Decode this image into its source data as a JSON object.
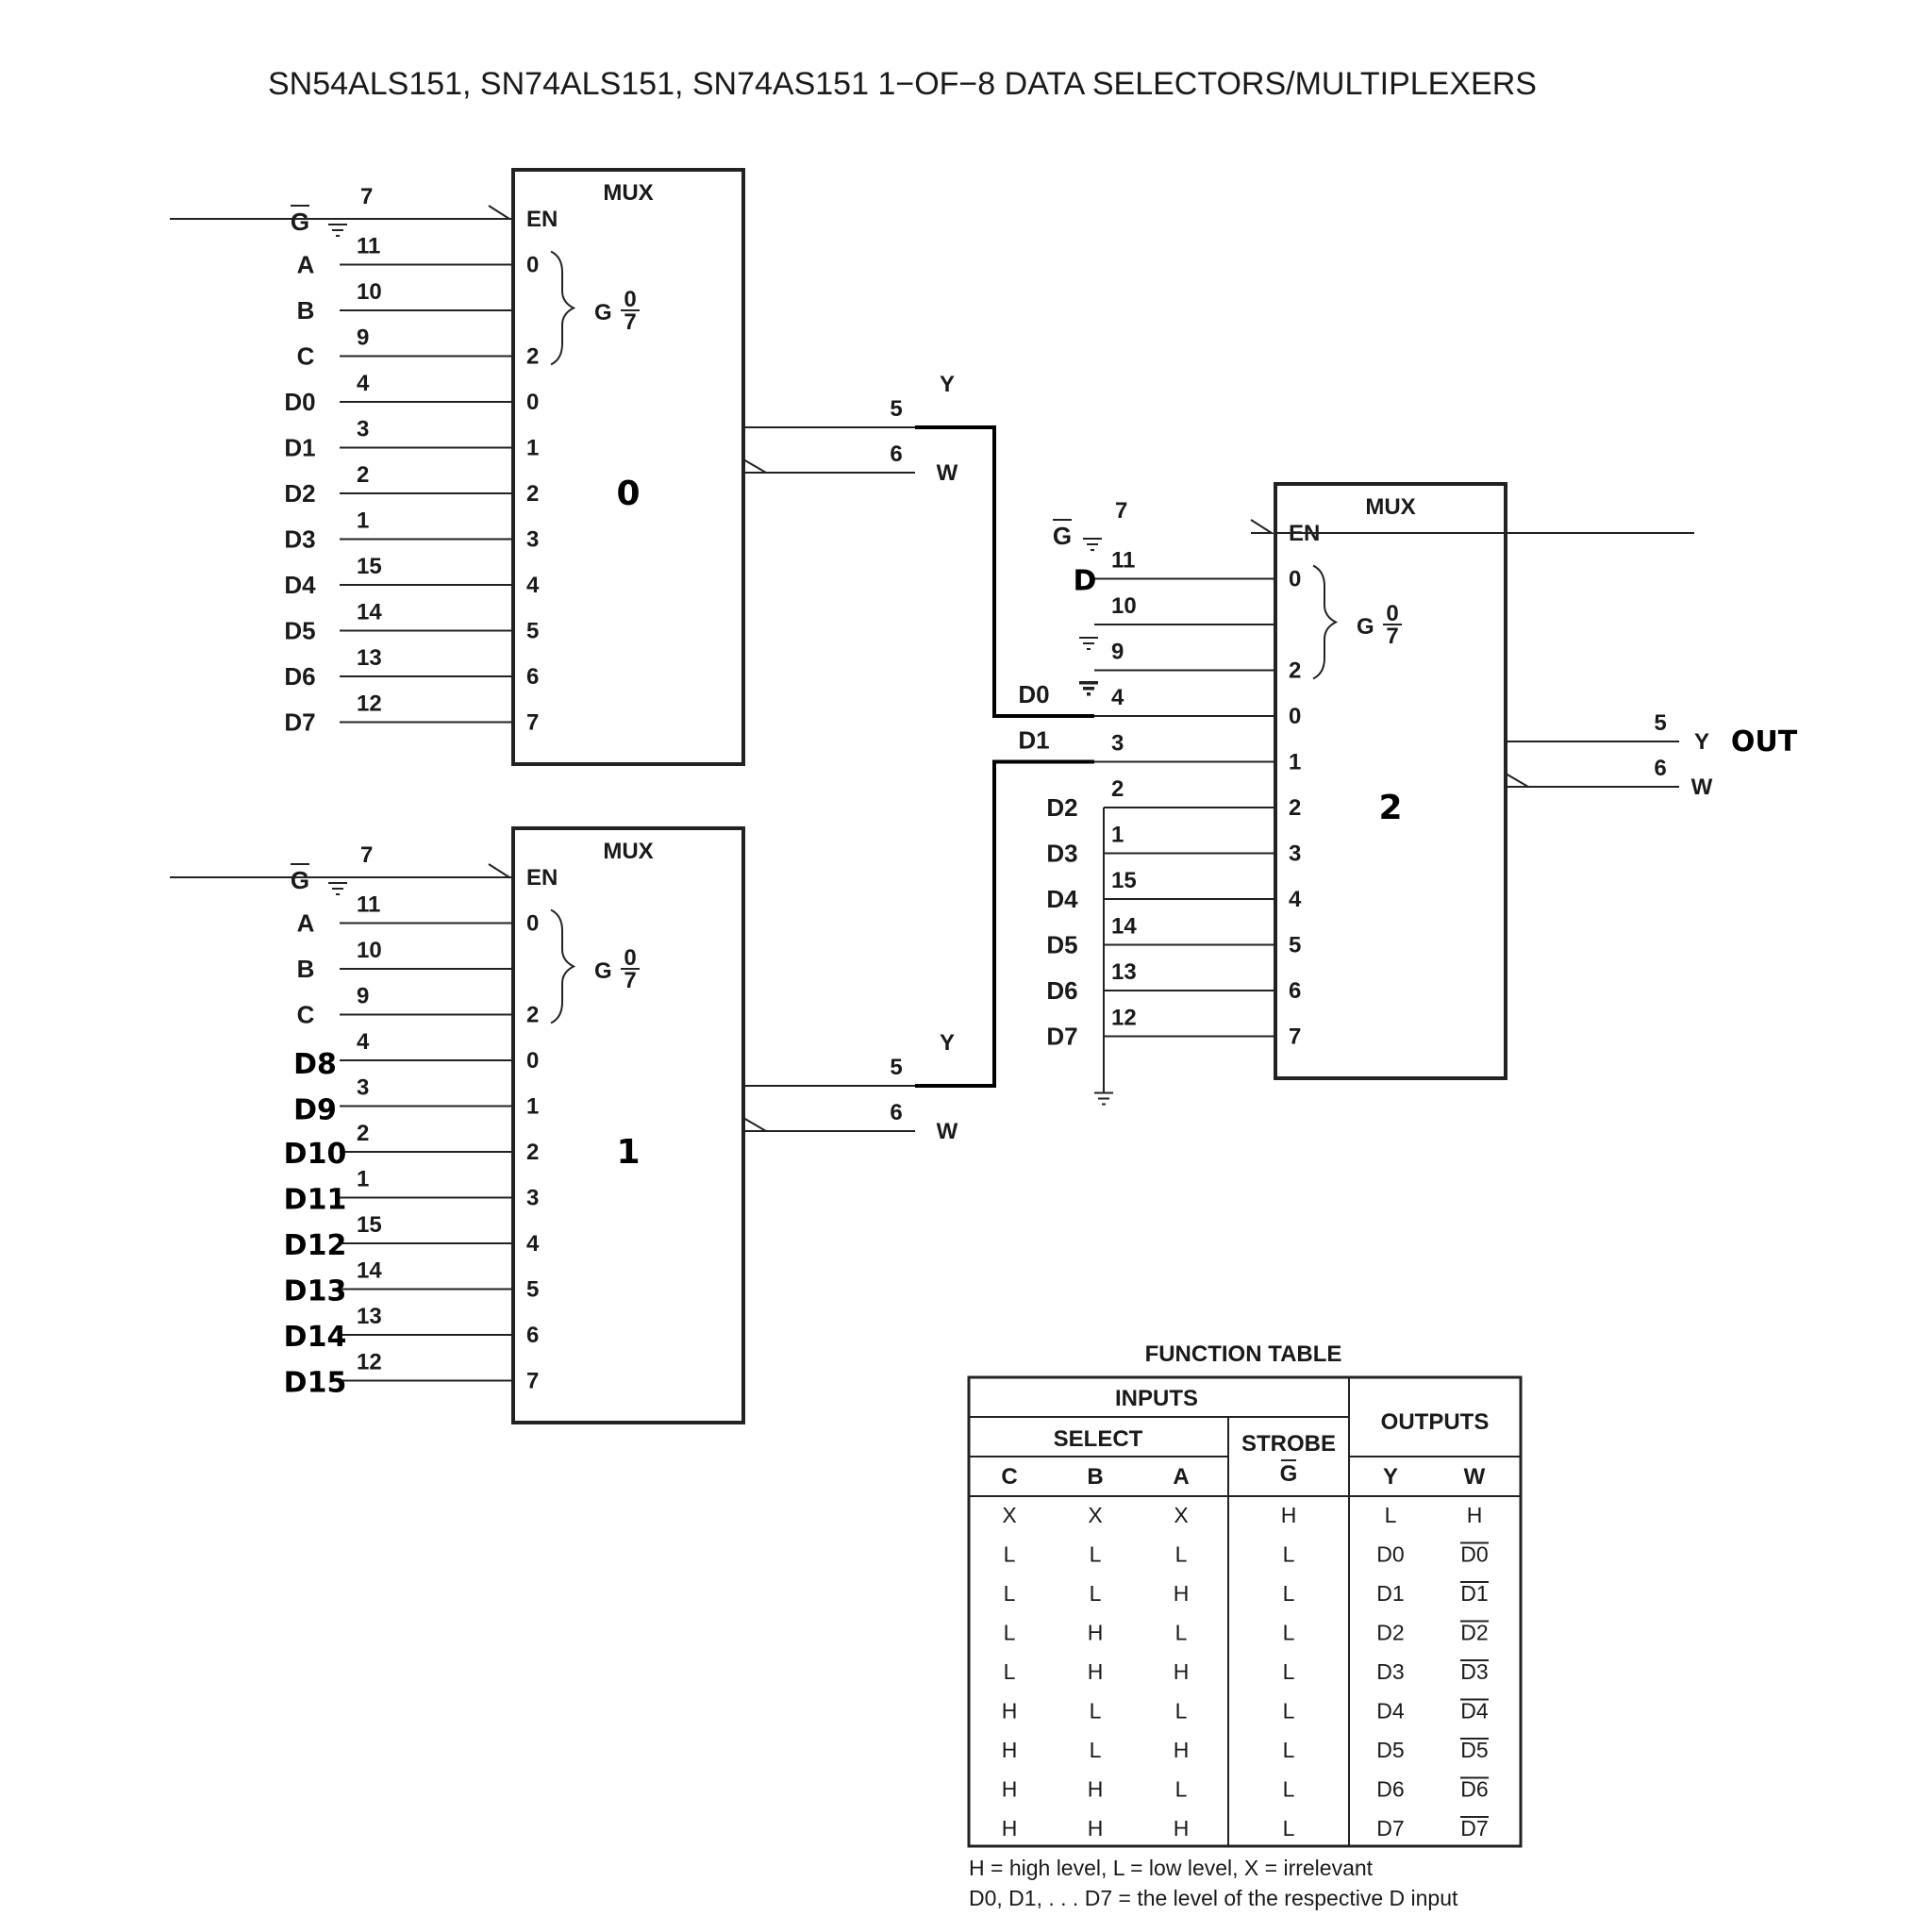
{
  "title": "SN54ALS151, SN74ALS151, SN74AS151 1−OF−8 DATA SELECTORS/MULTIPLEXERS",
  "blocks": [
    {
      "mux_label": "MUX",
      "number": "0",
      "en_label": "EN",
      "g_label": "G",
      "g_top": "0",
      "g_bottom": "7",
      "select_pins": [
        "0",
        "",
        "2"
      ],
      "data_pins": [
        "0",
        "1",
        "2",
        "3",
        "4",
        "5",
        "6",
        "7"
      ],
      "gbar_pin": "7",
      "input_names": [
        "A",
        "B",
        "C"
      ],
      "input_pins": [
        "11",
        "10",
        "9"
      ],
      "data_names": [
        "D0",
        "D1",
        "D2",
        "D3",
        "D4",
        "D5",
        "D6",
        "D7"
      ],
      "data_pin_numbers": [
        "4",
        "3",
        "2",
        "1",
        "15",
        "14",
        "13",
        "12"
      ],
      "out_y_pin": "5",
      "out_w_pin": "6",
      "out_y": "Y",
      "out_w": "W"
    },
    {
      "mux_label": "MUX",
      "number": "1",
      "en_label": "EN",
      "g_label": "G",
      "g_top": "0",
      "g_bottom": "7",
      "select_pins": [
        "0",
        "",
        "2"
      ],
      "data_pins": [
        "0",
        "1",
        "2",
        "3",
        "4",
        "5",
        "6",
        "7"
      ],
      "gbar_pin": "7",
      "input_names": [
        "A",
        "B",
        "C"
      ],
      "input_pins": [
        "11",
        "10",
        "9"
      ],
      "data_names": [
        "D8",
        "D9",
        "D10",
        "D11",
        "D12",
        "D13",
        "D14",
        "D15"
      ],
      "data_pin_numbers": [
        "4",
        "3",
        "2",
        "1",
        "15",
        "14",
        "13",
        "12"
      ],
      "out_y_pin": "5",
      "out_w_pin": "6",
      "out_y": "Y",
      "out_w": "W"
    },
    {
      "mux_label": "MUX",
      "number": "2",
      "en_label": "EN",
      "g_label": "G",
      "g_top": "0",
      "g_bottom": "7",
      "select_pins": [
        "0",
        "",
        "2"
      ],
      "data_pins": [
        "0",
        "1",
        "2",
        "3",
        "4",
        "5",
        "6",
        "7"
      ],
      "gbar_pin": "7",
      "input_names": [
        "D"
      ],
      "input_pins": [
        "11",
        "10",
        "9"
      ],
      "data_names": [
        "D0",
        "D1",
        "D2",
        "D3",
        "D4",
        "D5",
        "D6",
        "D7"
      ],
      "data_pin_numbers": [
        "4",
        "3",
        "2",
        "1",
        "15",
        "14",
        "13",
        "12"
      ],
      "out_y_pin": "5",
      "out_w_pin": "6",
      "out_y": "Y",
      "out_w": "W",
      "out_label": "OUT"
    }
  ],
  "gbar": "G",
  "function_table": {
    "title": "FUNCTION TABLE",
    "inputs_header": "INPUTS",
    "select_header": "SELECT",
    "strobe_header": "STROBE",
    "strobe_sub": "G",
    "outputs_header": "OUTPUTS",
    "columns": [
      "C",
      "B",
      "A",
      "Y",
      "W"
    ],
    "rows": [
      [
        "X",
        "X",
        "X",
        "H",
        "L",
        "H"
      ],
      [
        "L",
        "L",
        "L",
        "L",
        "D0",
        "D0"
      ],
      [
        "L",
        "L",
        "H",
        "L",
        "D1",
        "D1"
      ],
      [
        "L",
        "H",
        "L",
        "L",
        "D2",
        "D2"
      ],
      [
        "L",
        "H",
        "H",
        "L",
        "D3",
        "D3"
      ],
      [
        "H",
        "L",
        "L",
        "L",
        "D4",
        "D4"
      ],
      [
        "H",
        "L",
        "H",
        "L",
        "D5",
        "D5"
      ],
      [
        "H",
        "H",
        "L",
        "L",
        "D6",
        "D6"
      ],
      [
        "H",
        "H",
        "H",
        "L",
        "D7",
        "D7"
      ]
    ],
    "notes": [
      "H = high level, L = low level, X = irrelevant",
      "D0, D1, . . . D7 = the level of the respective D input"
    ]
  }
}
